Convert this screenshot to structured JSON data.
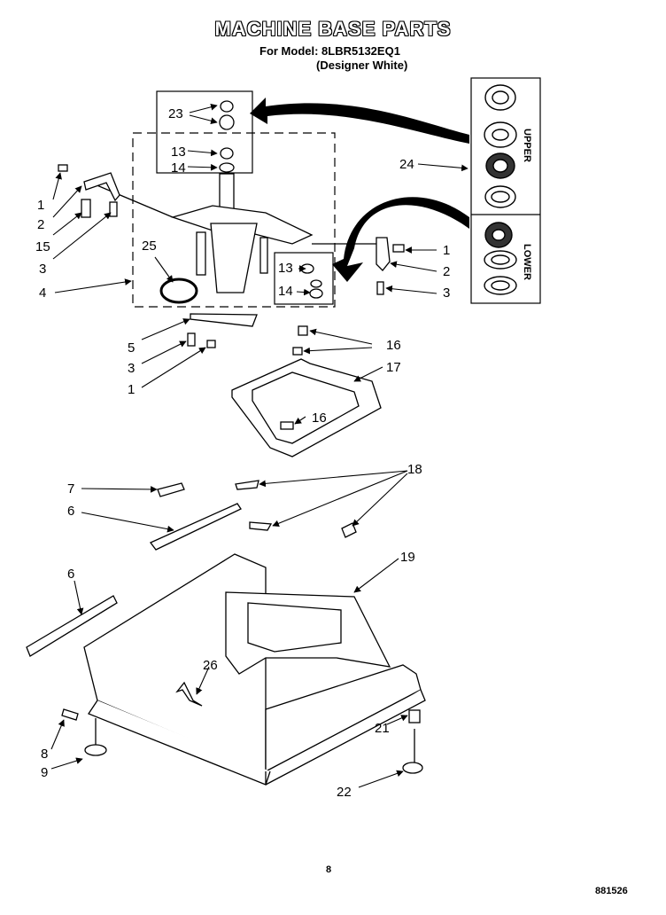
{
  "header": {
    "title": "MACHINE BASE PARTS",
    "model_line": "For Model: 8LBR5132EQ1",
    "color_line": "(Designer White)"
  },
  "callouts": {
    "c23": "23",
    "c13a": "13",
    "c14a": "14",
    "c24": "24",
    "c1a": "1",
    "c2a": "2",
    "c15": "15",
    "c3a": "3",
    "c4": "4",
    "c25": "25",
    "c13b": "13",
    "c14b": "14",
    "c1b": "1",
    "c2b": "2",
    "c3b": "3",
    "c5": "5",
    "c3c": "3",
    "c1c": "1",
    "c16a": "16",
    "c17": "17",
    "c16b": "16",
    "c7": "7",
    "c6a": "6",
    "c18": "18",
    "c6b": "6",
    "c19": "19",
    "c26": "26",
    "c8": "8",
    "c9": "9",
    "c21": "21",
    "c22": "22"
  },
  "kit_labels": {
    "upper": "UPPER",
    "lower": "LOWER"
  },
  "footer": {
    "page": "8",
    "code": "881526"
  }
}
